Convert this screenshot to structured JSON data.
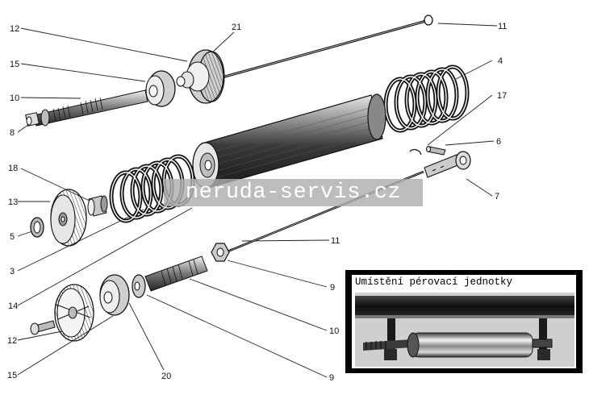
{
  "callouts": {
    "c12a": "12",
    "c21": "21",
    "c11a": "11",
    "c15a": "15",
    "c4": "4",
    "c10a": "10",
    "c17": "17",
    "c8": "8",
    "c6": "6",
    "c18": "18",
    "c7": "7",
    "c13": "13",
    "c5": "5",
    "c11b": "11",
    "c3": "3",
    "c9a": "9",
    "c14": "14",
    "c10b": "10",
    "c12b": "12",
    "c15b": "15",
    "c20": "20",
    "c9b": "9"
  },
  "watermark": "neruda-servis.cz",
  "inset": {
    "title": "Umístění pérovací jednotky"
  },
  "colors": {
    "ink": "#111111",
    "paper": "#ffffff",
    "watermark_bg": "#afafaf",
    "inset_frame": "#000000"
  }
}
